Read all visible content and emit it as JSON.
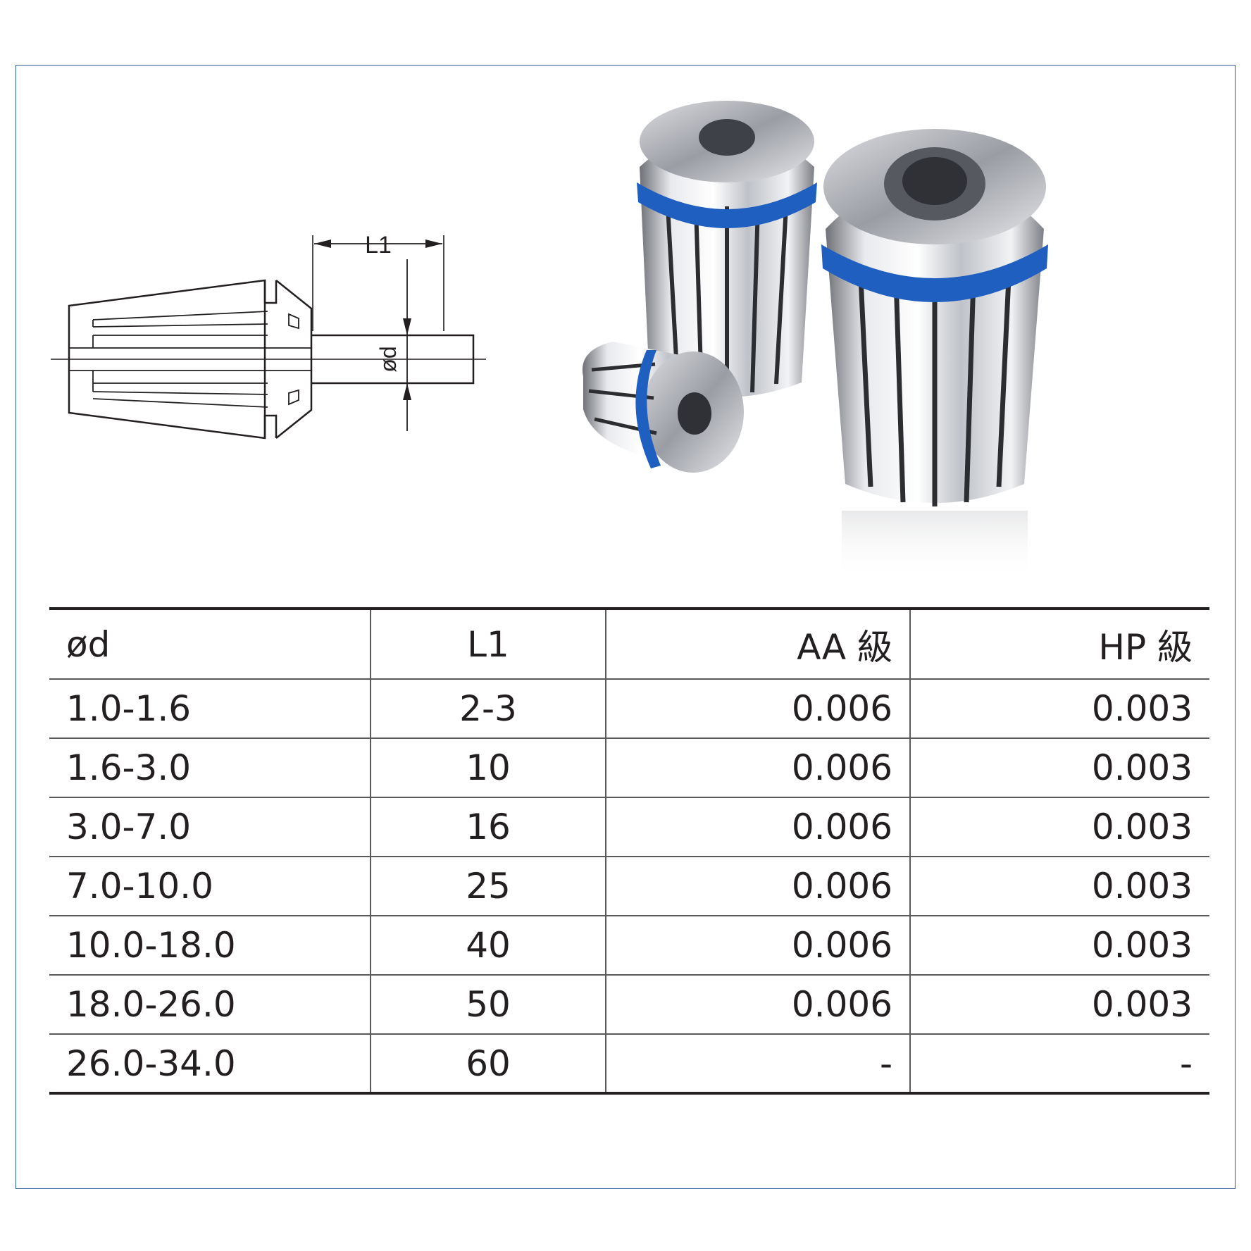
{
  "diagram": {
    "label_length": "L1",
    "label_diameter": "ød"
  },
  "photo": {
    "icon": "collet-photo-icon",
    "accent_color": "#1f5fc0"
  },
  "table": {
    "headers": [
      "ød",
      "L1",
      "AA 級",
      "HP 級"
    ],
    "rows": [
      [
        "1.0-1.6",
        "2-3",
        "0.006",
        "0.003"
      ],
      [
        "1.6-3.0",
        "10",
        "0.006",
        "0.003"
      ],
      [
        "3.0-7.0",
        "16",
        "0.006",
        "0.003"
      ],
      [
        "7.0-10.0",
        "25",
        "0.006",
        "0.003"
      ],
      [
        "10.0-18.0",
        "40",
        "0.006",
        "0.003"
      ],
      [
        "18.0-26.0",
        "50",
        "0.006",
        "0.003"
      ],
      [
        "26.0-34.0",
        "60",
        "-",
        "-"
      ]
    ]
  }
}
